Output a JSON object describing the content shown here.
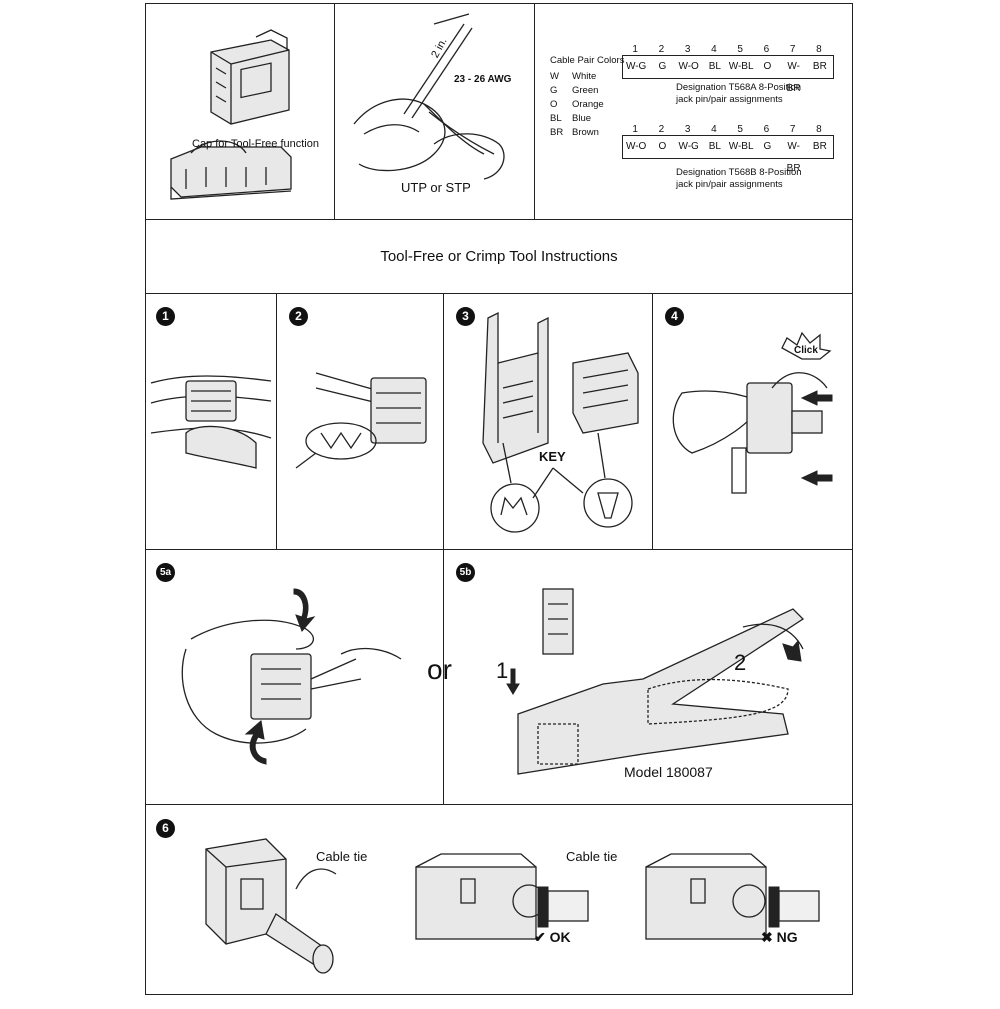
{
  "header": {
    "cap_label": "Cap for Tool-Free function",
    "length_label": "2 in.",
    "awg_label": "23 - 26 AWG",
    "cable_label": "UTP or STP"
  },
  "legend": {
    "title": "Cable Pair Colors",
    "items": [
      {
        "code": "W",
        "name": "White"
      },
      {
        "code": "G",
        "name": "Green"
      },
      {
        "code": "O",
        "name": "Orange"
      },
      {
        "code": "BL",
        "name": "Blue"
      },
      {
        "code": "BR",
        "name": "Brown"
      }
    ]
  },
  "wiring": {
    "pins": [
      "1",
      "2",
      "3",
      "4",
      "5",
      "6",
      "7",
      "8"
    ],
    "t568a": {
      "cells": [
        "W-G",
        "G",
        "W-O",
        "BL",
        "W-BL",
        "O",
        "W-BR",
        "BR"
      ],
      "caption1": "Designation T568A 8-Position",
      "caption2": "jack pin/pair assignments"
    },
    "t568b": {
      "cells": [
        "W-O",
        "O",
        "W-G",
        "BL",
        "W-BL",
        "G",
        "W-BR",
        "BR"
      ],
      "caption1": "Designation T568B 8-Position",
      "caption2": "jack pin/pair assignments"
    }
  },
  "main_title": "Tool-Free or Crimp Tool Instructions",
  "steps": {
    "s1": "1",
    "s2": "2",
    "s3": "3",
    "s4": "4",
    "s5a": "5a",
    "s5b": "5b",
    "s6": "6"
  },
  "step3": {
    "key_label": "KEY"
  },
  "step4": {
    "click_label": "Click"
  },
  "step5": {
    "or_label": "or",
    "arrow1_label": "1",
    "arrow2_label": "2",
    "model_label": "Model 180087"
  },
  "step6": {
    "cable_tie_1": "Cable tie",
    "cable_tie_2": "Cable tie",
    "ok_label": "OK",
    "ng_label": "NG"
  }
}
